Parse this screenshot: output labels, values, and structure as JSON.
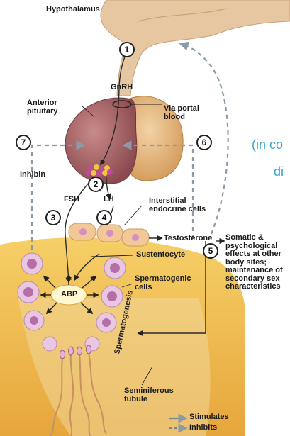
{
  "labels": {
    "hypothalamus": "Hypothalamus",
    "gnrh": "GnRH",
    "anterior_pituitary": "Anterior pituitary",
    "via_portal_blood": "Via portal blood",
    "inhibin": "Inhibin",
    "fsh": "FSH",
    "lh": "LH",
    "interstitial_cells": "Interstitial endocrine cells",
    "testosterone": "Testosterone",
    "effects": "Somatic & psychological effects at other body sites; maintenance of secondary sex characteristics",
    "sustentocyte": "Sustentocyte",
    "abp": "ABP",
    "spermatogenic_cells": "Spermatogenic cells",
    "spermatogenesis": "Spermatogenesis",
    "seminiferous_tubule": "Seminiferous tubule"
  },
  "steps": [
    "1",
    "2",
    "3",
    "4",
    "5",
    "6",
    "7"
  ],
  "side_text": {
    "line1": "(in co",
    "line2": "di"
  },
  "legend": {
    "stimulates": "Stimulates",
    "inhibits": "Inhibits"
  },
  "colors": {
    "hypothalamus": "#e9c9a6",
    "anterior_pituitary": "#9e5a5e",
    "posterior_pituitary": "#e0b07a",
    "tubule": "#f2c45a",
    "cell": "#d9a9cf",
    "dashed_arrow": "#8c9aa6",
    "side_text": "#38a6c6"
  }
}
